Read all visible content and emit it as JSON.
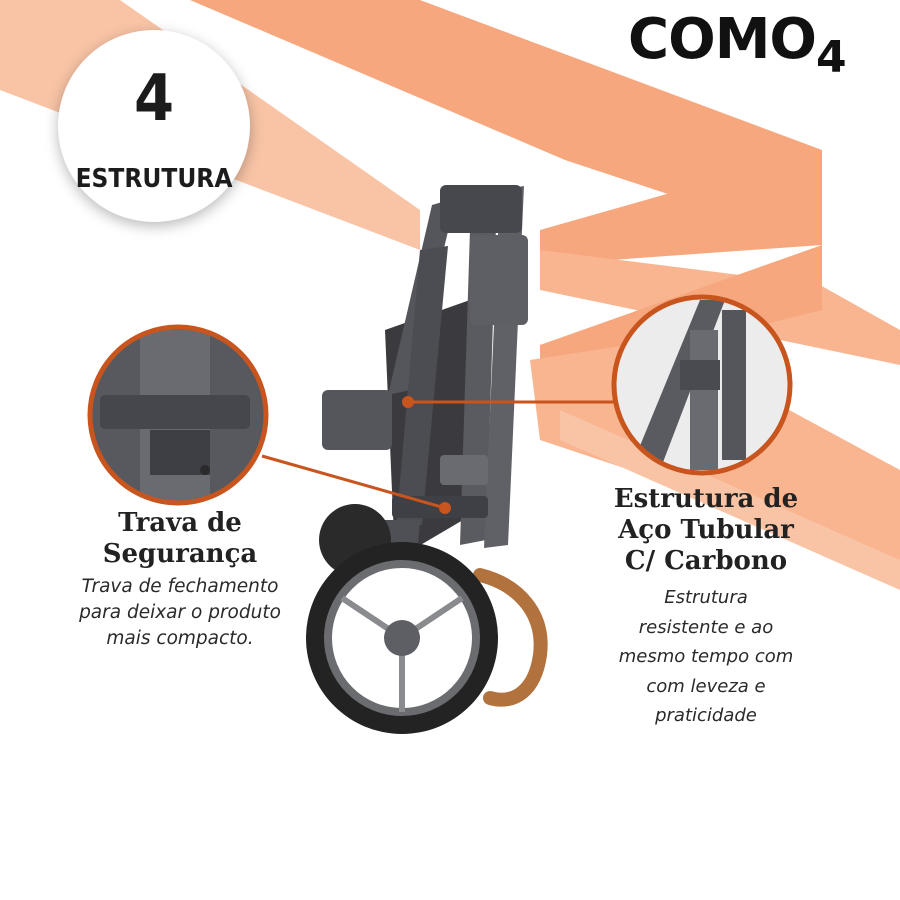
{
  "badge": {
    "number": "4",
    "label": "ESTRUTURA"
  },
  "brand": {
    "name": "COMO",
    "model_number": "4"
  },
  "callouts": [
    {
      "title_line1": "Trava de",
      "title_line2": "Segurança",
      "desc_lines": [
        "Trava de fechamento",
        "para deixar o produto",
        "mais compacto."
      ]
    },
    {
      "title_lines": [
        "Estrutura de",
        "Aço Tubular",
        "C/ Carbono"
      ],
      "desc_lines": [
        "Estrutura",
        "resistente e ao",
        "mesmo tempo com",
        "com leveza e",
        "praticidade"
      ]
    }
  ],
  "colors": {
    "accent_stripe": "#f6a77e",
    "accent_stripe_light": "#f9c4a6",
    "callout_line": "#c8541e",
    "frame": "#4a4b50",
    "wheel": "#232323",
    "handle": "#b2723d"
  }
}
